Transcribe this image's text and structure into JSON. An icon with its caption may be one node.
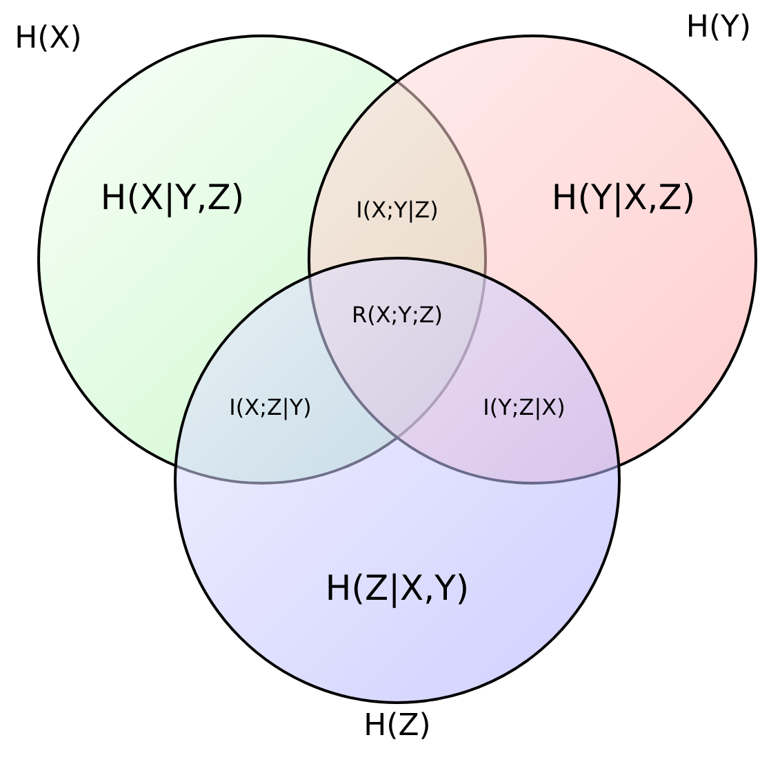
{
  "diagram": {
    "nodes": [
      {
        "text": [
          "H(X)",
          "H(X|Y,Z)"
        ]
      },
      {
        "text": [
          "H(Y)",
          "H(Y|X,Z)"
        ]
      },
      {
        "text": [
          "H(Z|X,Y)",
          "H(Z)"
        ]
      }
    ],
    "labels": [
      "I(X;Y|Z)",
      "R(X;Y;Z)",
      "I(X;Z|Y)",
      "I(Y;Z|X)"
    ]
  }
}
